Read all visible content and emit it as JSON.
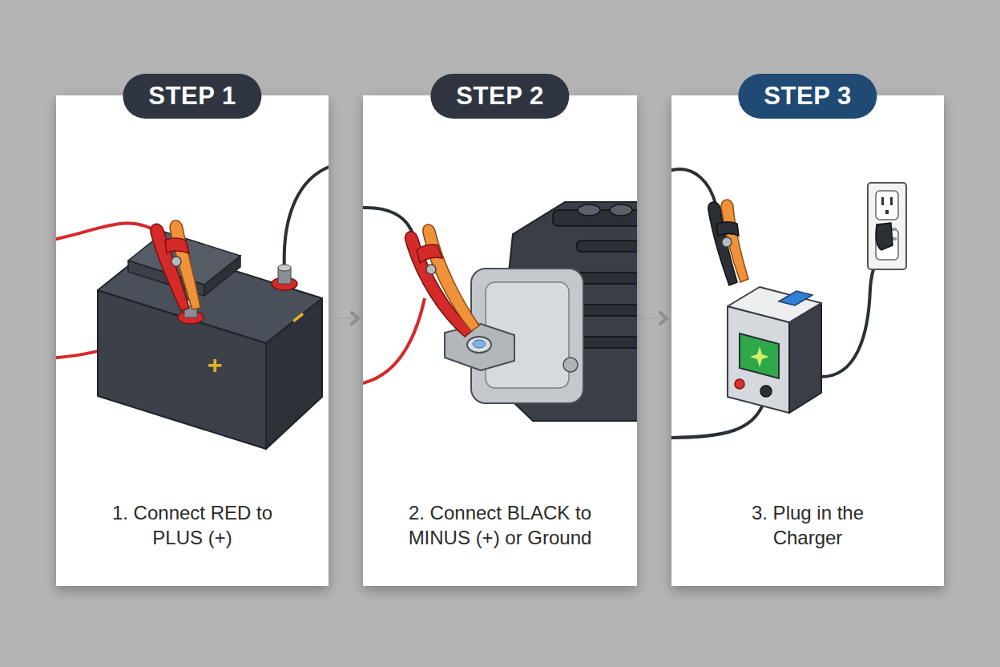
{
  "diagram": {
    "nodes": [
      {
        "text": [
          "STEP 1",
          "1. Connect RED to PLUS (+)"
        ]
      },
      {
        "text": [
          "STEP 2",
          "2. Connect BLACK to MINUS (+) or Ground"
        ]
      },
      {
        "text": [
          "STEP 3",
          "3. Plug in the Charger"
        ]
      }
    ],
    "edges": [
      {
        "from": 0,
        "to": 1,
        "arrow": "to"
      },
      {
        "from": 1,
        "to": 2,
        "arrow": "to"
      }
    ],
    "labels": [
      "+",
      "−"
    ]
  }
}
